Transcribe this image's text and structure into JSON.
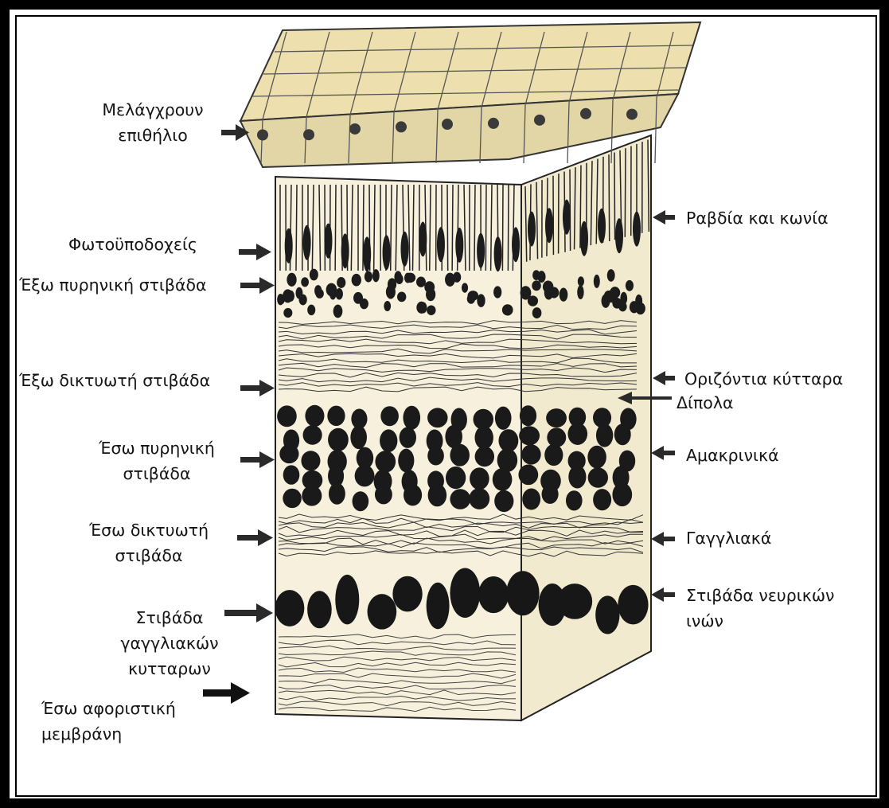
{
  "labels_left": [
    {
      "id": "pigment-epithelium",
      "lines": [
        "Μελάγχρουν",
        "επιθήλιο"
      ]
    },
    {
      "id": "photoreceptors",
      "lines": [
        "Φωτοϋποδοχείς"
      ]
    },
    {
      "id": "outer-nuclear-layer",
      "lines": [
        "Έξω πυρηνική στιβάδα"
      ]
    },
    {
      "id": "outer-plexiform-layer",
      "lines": [
        "Έξω δικτυωτή στιβάδα"
      ]
    },
    {
      "id": "inner-nuclear-layer",
      "lines": [
        "Έσω πυρηνική",
        "στιβάδα"
      ]
    },
    {
      "id": "inner-plexiform-layer",
      "lines": [
        "Έσω δικτυωτή",
        "στιβάδα"
      ]
    },
    {
      "id": "ganglion-cell-layer",
      "lines": [
        "Στιβάδα",
        "γαγγλιακών",
        "κυτταρων"
      ]
    },
    {
      "id": "inner-limiting-membrane",
      "lines": [
        "Έσω αφοριστική",
        "μεμβράνη"
      ]
    }
  ],
  "labels_right": [
    {
      "id": "rods-cones",
      "lines": [
        "Ραβδία και κωνία"
      ]
    },
    {
      "id": "horizontal-cells",
      "lines": [
        "Οριζόντια κύτταρα"
      ]
    },
    {
      "id": "bipolar",
      "lines": [
        "Δίπολα"
      ]
    },
    {
      "id": "amacrine",
      "lines": [
        "Αμακρινικά"
      ]
    },
    {
      "id": "ganglion",
      "lines": [
        "Γαγγλιακά"
      ]
    },
    {
      "id": "nerve-fiber-layer",
      "lines": [
        "Στιβάδα νευρικών",
        "ινών"
      ]
    }
  ],
  "colors": {
    "frame": "#000000",
    "ink": "#1c1c1c",
    "paper": "#f6f0dc",
    "epithelium": "#ede0ae",
    "epithelium_side": "#e2d5a6"
  }
}
